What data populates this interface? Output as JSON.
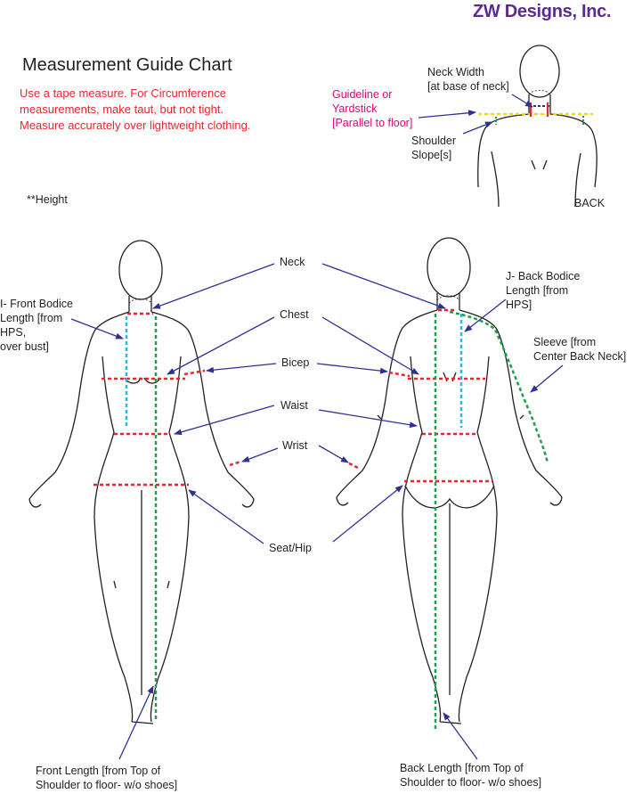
{
  "brand": "ZW Designs, Inc.",
  "title": "Measurement Guide Chart",
  "note": "Use a tape measure. For Circumference\nmeasurements, make taut, but not tight.\nMeasure accurately over lightweight clothing.",
  "height_label": "**Height",
  "back_view": {
    "neck_width": "Neck Width\n[at base of neck]",
    "guideline": "Guideline or\nYardstick\n[Parallel to floor]",
    "shoulder_slope": "Shoulder\nSlope[s]",
    "back": "BACK"
  },
  "labels": {
    "neck": "Neck",
    "chest": "Chest",
    "bicep": "Bicep",
    "waist": "Waist",
    "wrist": "Wrist",
    "seat_hip": "Seat/Hip",
    "front_bodice": "I- Front Bodice\nLength [from\nHPS,\nover bust]",
    "back_bodice": "J- Back Bodice\nLength [from\nHPS]",
    "sleeve": "Sleeve [from\nCenter Back Neck]",
    "front_length": "Front Length [from Top of\nShoulder to floor- w/o shoes]",
    "back_length": "Back Length [from Top of\nShoulder to floor- w/o shoes]"
  },
  "colors": {
    "circumference": "#e8262b",
    "length": "#1aa04a",
    "bodice": "#29b6e8",
    "arrow": "#2e3192",
    "guideline": "#f5d800"
  }
}
